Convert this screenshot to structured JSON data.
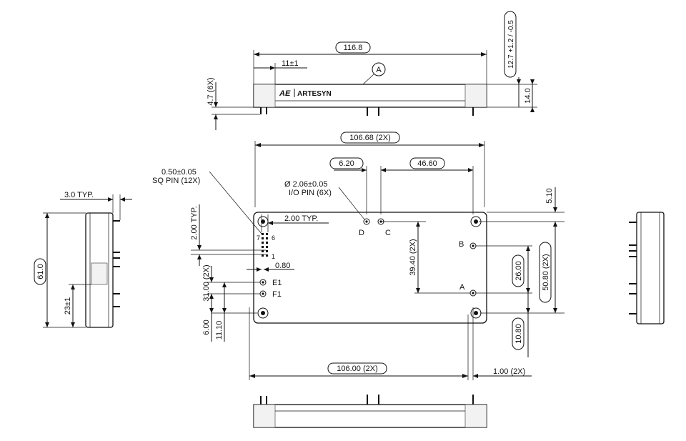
{
  "brand": {
    "logo_mark": "AE",
    "name": "ARTESYN"
  },
  "top_view": {
    "overall_length": "116.8",
    "pin_offset": "11±1",
    "label_marker": "A",
    "pin_length": "4.7 (6X)",
    "body_height": "14.0",
    "overall_height": "12.7 +1.2 / -0.5"
  },
  "bottom_view": {
    "pitch_width": "106.68 (2X)",
    "dim_620": "6.20",
    "dim_4660": "46.60",
    "sq_pin_spec": "0.50±0.05",
    "sq_pin_count": "SQ PIN (12X)",
    "io_pin_spec": "Ø 2.06±0.05",
    "io_pin_count": "I/O PIN (6X)",
    "pin_pitch": "2.00 TYP.",
    "pin_pitch_vertical": "2.00 TYP.",
    "dim_510": "5.10",
    "dim_3940": "39.40 (2X)",
    "dim_2600": "26.00",
    "dim_5080": "50.80 (2X)",
    "dim_1080": "10.80",
    "dim_080": "0.80",
    "dim_3100": "31.00 (2X)",
    "dim_600": "6.00",
    "dim_1110": "11.10",
    "base_width": "106.00 (2X)",
    "edge_offset": "1.00 (2X)",
    "pin_labels": {
      "d": "D",
      "c": "C",
      "b": "B",
      "a": "A",
      "e1": "E1",
      "f1": "F1",
      "sq_first": "1",
      "sq_6": "6",
      "sq_7": "7"
    }
  },
  "side_view": {
    "flange": "3.0 TYP.",
    "height": "61.0",
    "pin_offset": "23±1"
  }
}
